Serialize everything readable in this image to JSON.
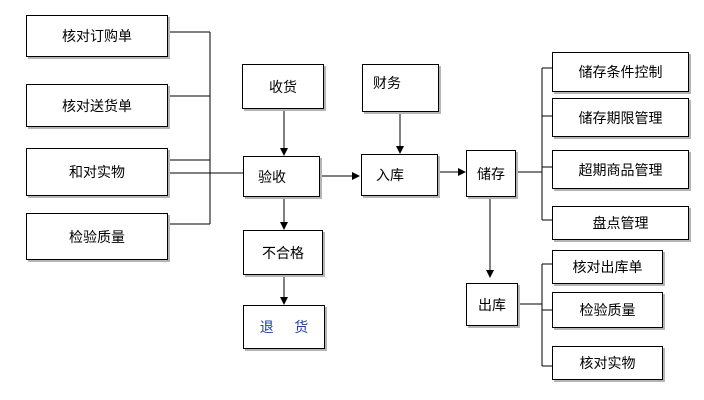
{
  "inputs": [
    "核对订购单",
    "核对送货单",
    "和对实物",
    "检验质量"
  ],
  "receive": "收货",
  "inspect": "验收",
  "reject": "不合格",
  "return_goods": "退  货",
  "finance": "财务",
  "warehouse_in": "入库",
  "storage": "储存",
  "storage_tasks": [
    "储存条件控制",
    "储存期限管理",
    "超期商品管理",
    "盘点管理"
  ],
  "warehouse_out": "出库",
  "out_tasks": [
    "核对出库单",
    "检验质量",
    "核对实物"
  ]
}
